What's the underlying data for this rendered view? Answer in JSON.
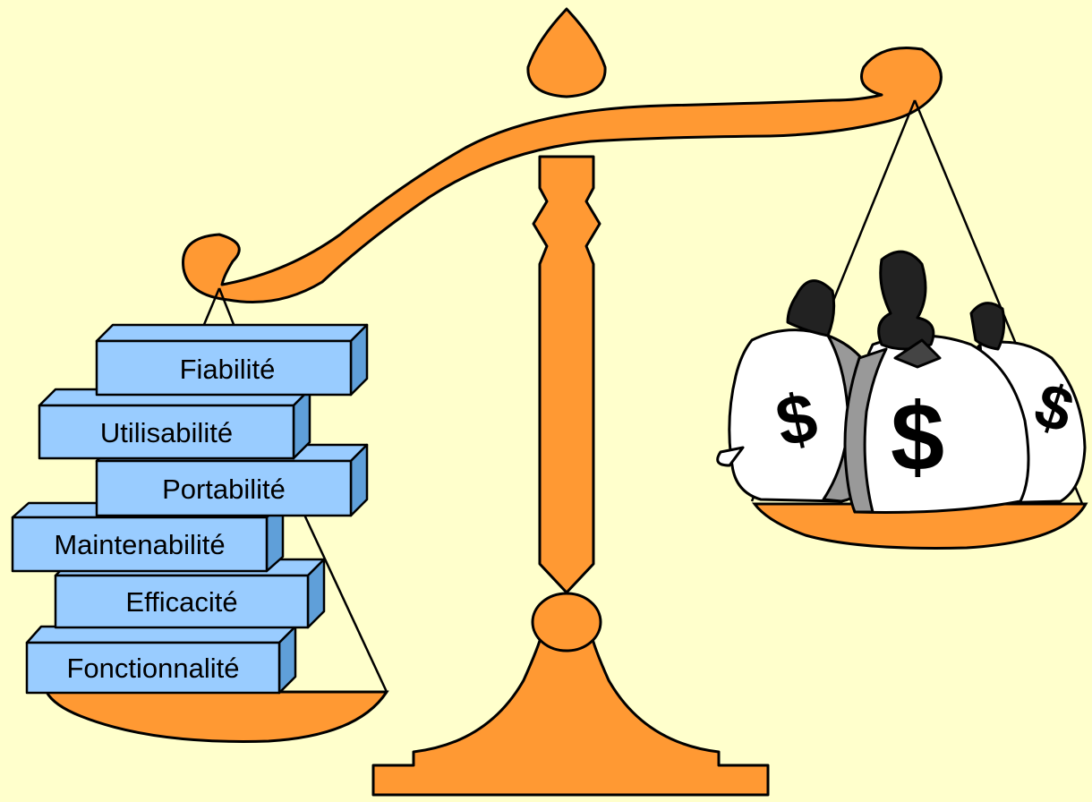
{
  "blocks": [
    {
      "label": "Fiabilité"
    },
    {
      "label": "Utilisabilité"
    },
    {
      "label": "Portabilité"
    },
    {
      "label": "Maintenabilité"
    },
    {
      "label": "Efficacité"
    },
    {
      "label": "Fonctionnalité"
    }
  ],
  "bags": [
    {
      "symbol": "$"
    },
    {
      "symbol": "$"
    },
    {
      "symbol": "$"
    }
  ],
  "colors": {
    "background": "#ffffcc",
    "scale": "#ff9933",
    "block_face": "#99ccff",
    "block_side": "#5f9fd9",
    "outline": "#000000"
  },
  "icons": [
    "balance-scale-icon",
    "money-bag-icon"
  ]
}
